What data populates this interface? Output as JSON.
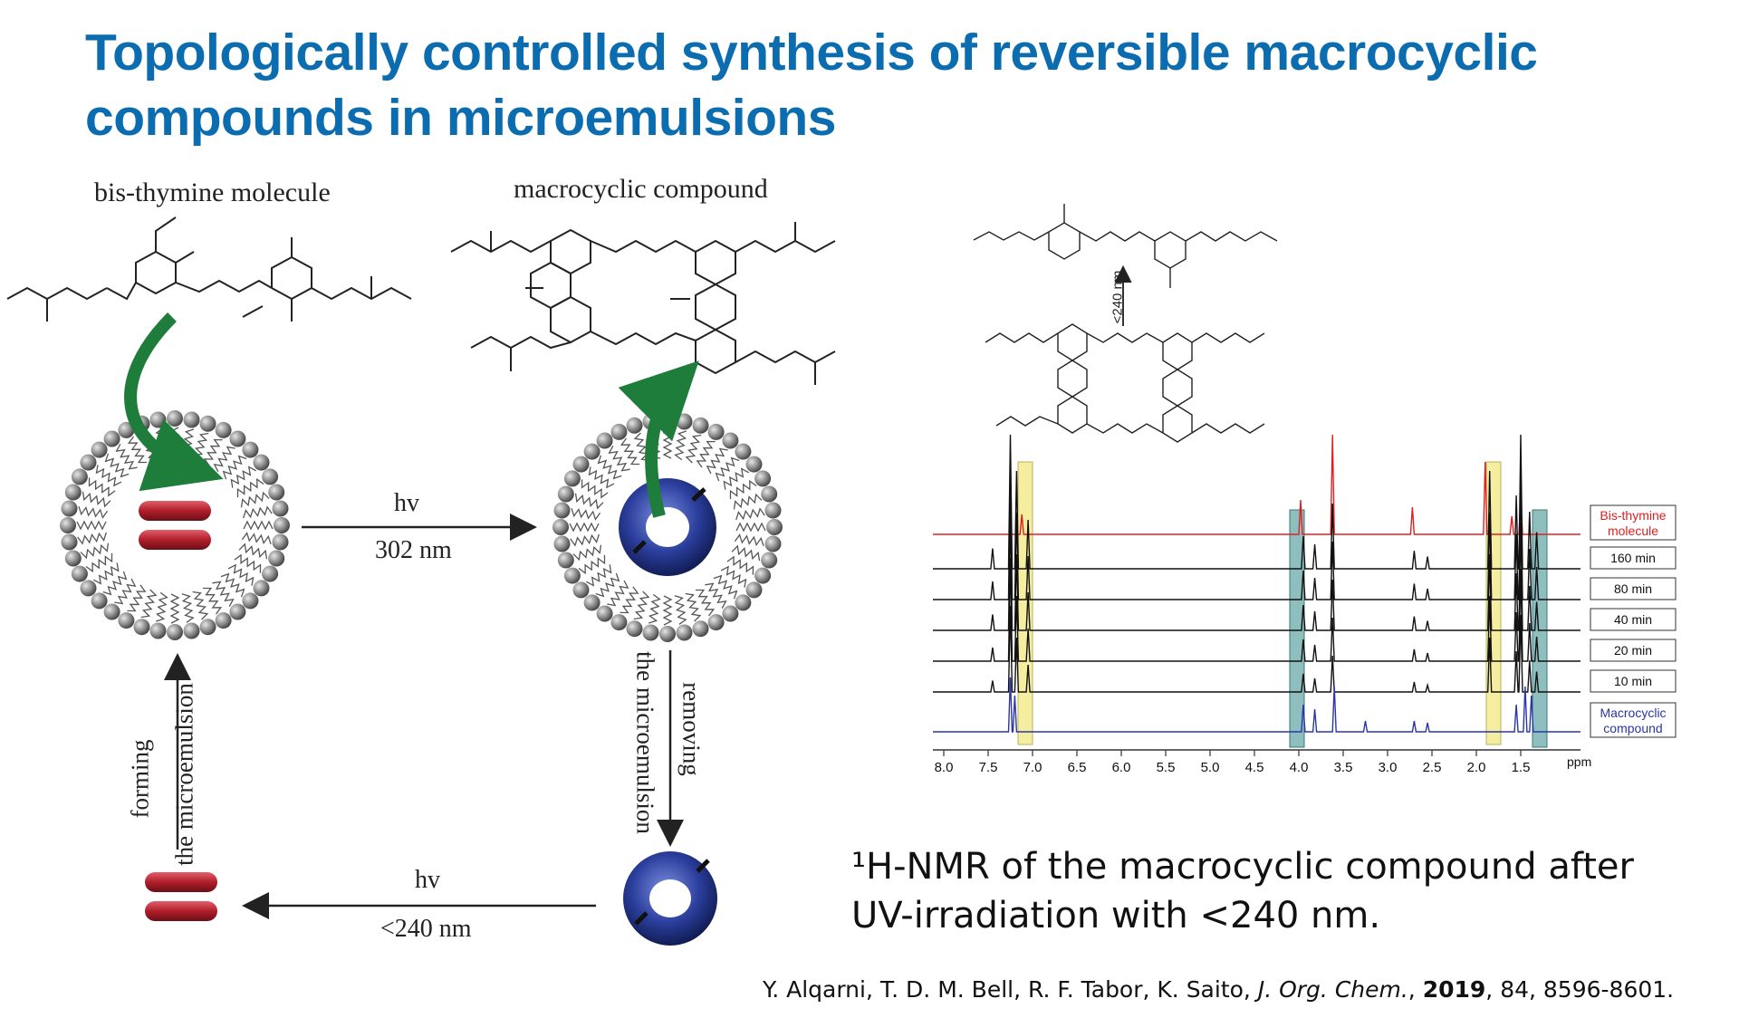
{
  "slide": {
    "title": "Topologically controlled synthesis of reversible macrocyclic compounds in microemulsions",
    "scheme": {
      "label_bis_thymine": "bis-thymine molecule",
      "label_macrocycle": "macrocyclic compound",
      "arrow_top_label_1": "hv",
      "arrow_top_label_2": "302 nm",
      "arrow_bottom_label_1": "hv",
      "arrow_bottom_label_2": "<240 nm",
      "arrow_left_label_1": "forming",
      "arrow_left_label_2": "the microemulsion",
      "arrow_right_label_1": "removing",
      "arrow_right_label_2": "the microemulsion"
    },
    "nmr": {
      "reaction_label": "<240 nm",
      "traces": [
        {
          "label": "Bis-thymine molecule",
          "color": "#e02020"
        },
        {
          "label": "160 min",
          "color": "#111111"
        },
        {
          "label": "80 min",
          "color": "#111111"
        },
        {
          "label": "40 min",
          "color": "#111111"
        },
        {
          "label": "20 min",
          "color": "#111111"
        },
        {
          "label": "10 min",
          "color": "#111111"
        },
        {
          "label": "Macrocyclic compound",
          "color": "#2a36a8"
        }
      ],
      "axis_ticks": [
        "8.0",
        "7.5",
        "7.0",
        "6.5",
        "6.0",
        "5.5",
        "5.0",
        "4.5",
        "4.0",
        "3.5",
        "3.0",
        "2.5",
        "2.0",
        "1.5"
      ],
      "axis_unit": "ppm",
      "highlight_colors": {
        "yellow": "#f5eea0",
        "teal": "#5fa3a3"
      }
    },
    "caption": "¹H-NMR of the macrocyclic compound after UV-irradiation with <240 nm.",
    "reference": {
      "authors": "Y. Alqarni, T. D. M. Bell, R. F. Tabor, K. Saito, ",
      "journal": "J. Org. Chem.",
      "sep": ", ",
      "year": "2019",
      "rest": ", 84, 8596-8601."
    },
    "colors": {
      "title": "#0b6db0",
      "green_arrow": "#1e7d3a",
      "torus": "#2b3e9c",
      "rod": "#b01e2a",
      "bead": "#8c8c8c"
    }
  }
}
